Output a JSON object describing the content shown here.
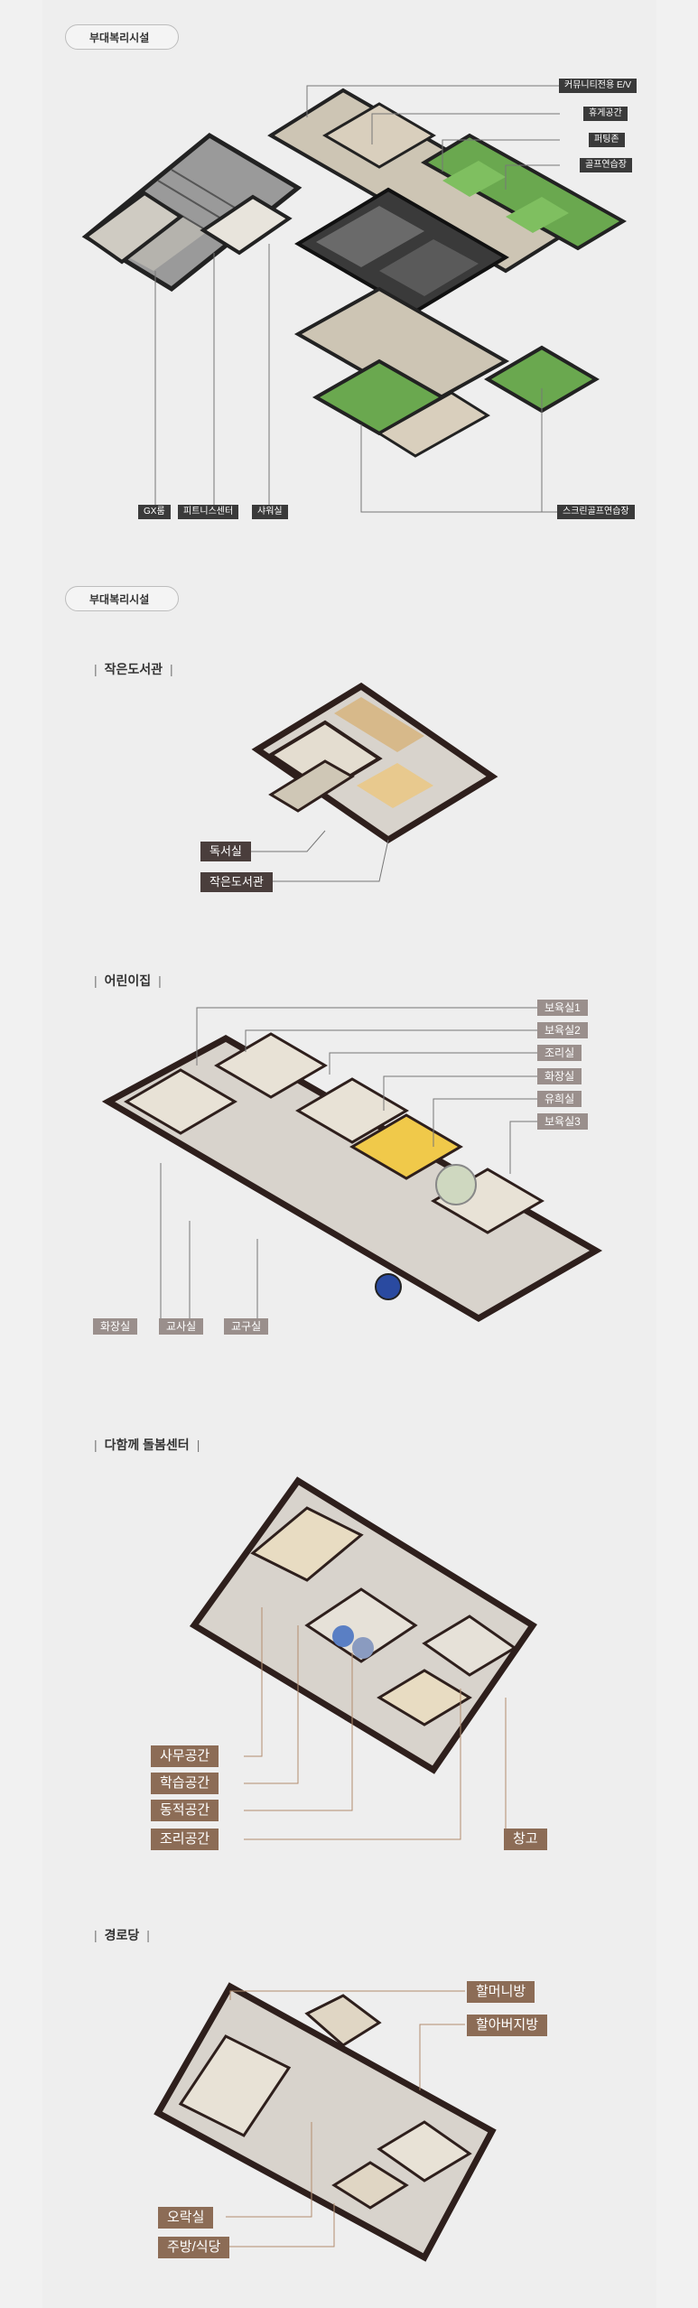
{
  "section1": {
    "pill": "부대복리시설",
    "labels_right": [
      "커뮤니티전용 E/V",
      "휴게공간",
      "퍼팅존",
      "골프연습장",
      "스크린골프연습장"
    ],
    "labels_bottom": [
      "GX룸",
      "피트니스센터",
      "샤워실"
    ]
  },
  "section2": {
    "pill": "부대복리시설",
    "library": {
      "title": "작은도서관",
      "labels": [
        "독서실",
        "작은도서관"
      ]
    },
    "daycare": {
      "title": "어린이집",
      "labels_right": [
        "보육실1",
        "보육실2",
        "조리실",
        "화장실",
        "유희실",
        "보육실3"
      ],
      "labels_bottom": [
        "화장실",
        "교사실",
        "교구실"
      ]
    },
    "care_center": {
      "title": "다함께 돌봄센터",
      "labels_left": [
        "사무공간",
        "학습공간",
        "동적공간",
        "조리공간"
      ],
      "label_right": "창고"
    },
    "senior": {
      "title": "경로당",
      "labels_right": [
        "할머니방",
        "할아버지방"
      ],
      "labels_left": [
        "오락실",
        "주방/식당"
      ]
    }
  },
  "colors": {
    "wall": "#2e1f1c",
    "floor": "#d8d3cc",
    "green": "#6aa84f",
    "tag_dark": "#3a3a3a",
    "tag_gray": "#9a8f8c",
    "tag_brown": "#8c6c56"
  }
}
